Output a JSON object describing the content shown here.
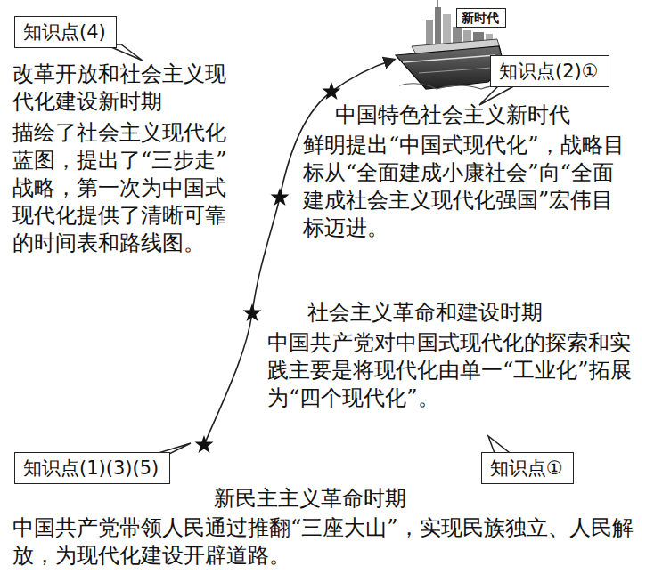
{
  "diagram": {
    "nodes": [
      {
        "text": [
          "知识点(4)"
        ]
      },
      {
        "text": [
          "新时代"
        ]
      },
      {
        "text": [
          "知识点(2)①"
        ]
      },
      {
        "text": [
          "知识点①"
        ]
      },
      {
        "text": [
          "知识点(1)(3)(5)"
        ]
      }
    ],
    "labels": [
      "改革开放和社会主义现代化建设新时期",
      "描绘了社会主义现代化蓝图，提出了“三步走”战略，第一次为中国式现代化提供了清晰可靠的时间表和路线图。",
      "中国特色社会主义新时代",
      "鲜明提出“中国式现代化”，战略目标从“全面建成小康社会”向“全面建成社会主义现代化强国”宏伟目标迈进。",
      "社会主义革命和建设时期",
      "中国共产党对中国式现代化的探索和实践主要是将现代化由单一“工业化”拓展为“四个现代化”。",
      "新民主主义革命时期",
      "中国共产党带领人民通过推翻“三座大山”，实现民族独立、人民解放，为现代化建设开辟道路。"
    ]
  }
}
